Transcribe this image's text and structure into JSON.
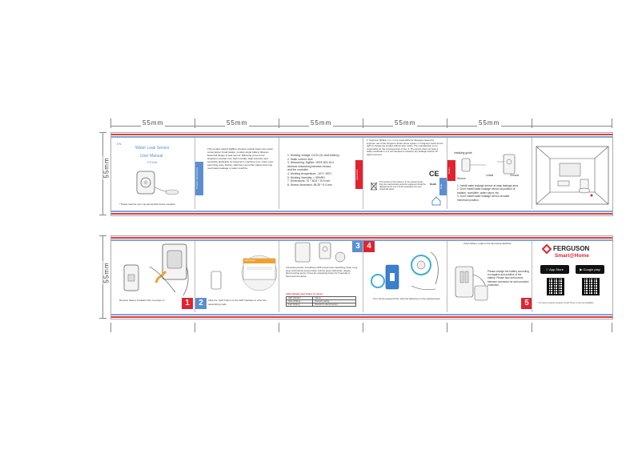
{
  "dimensions": {
    "col1": "55mm",
    "col2": "55mm",
    "col3": "55mm",
    "col4": "55mm",
    "col5": "55mm",
    "row_top": "55mm",
    "row_bottom": "55mm"
  },
  "top_row": {
    "panel1": {
      "lang": "EN",
      "title": "Water Leak Sensor",
      "subtitle": "User Manual",
      "model": "FS1WL",
      "footnote": "* Please read the user manual carefully before operation"
    },
    "panel2": {
      "tab": "Product Introduction",
      "body": "This product adopts ZigBee wireless module.Super low power consumption.Small design, module single battery lifespan. Essential design of leak sensor. Efficiently prevent the situations resulted from high humidity. High precision and sensitivity applicable for basement, machine room, hotel, pool, swimming area, kitchen, bathroom and other places that may need water leakage or water overflow."
    },
    "panel3": {
      "specs": [
        "1. Working Voltage: DC3V (2x AAA battery)",
        "2. Static current: 6uA",
        "3. Networking: ZigBee / IEEE 802.15.4",
        "   wireless networking between sensor",
        "   and the controller",
        "4. Working temperature: -10°C~55°C",
        "5. Working Humidity: < 95%RH",
        "7. Dimensions: 70 * 38.8 * 19.5 mm",
        "8. Sensor dimension: ØL35 * 5.4 mm"
      ]
    },
    "panel4": {
      "tab": "Instruction",
      "tab2": "Note",
      "body": "1. Ferguson Spółka z o.o. is not responsible for damages caused by improper use of the Ferguson Smart Home system. 2. Ferguson reserves the right to change the product without prior notice. The manufacturer is not responsible for the consequences of use. 3. The device does not have a safety certification; it is not intended to measure any leakage hazard. All rights reserved.",
      "recycle": "This symbol on the product or in the manual means that your electrical and electronic equipment should be disposed at the end of its life separately from your household waste.",
      "ce_mark": "CE",
      "rohs_mark": "RoHS"
    },
    "panel5": {
      "label_installing": "Installing guide",
      "label_sensor": "Sensor",
      "label_leads": "Leads",
      "label_ground": "Ground",
      "tab": "Notes",
      "notes": [
        "1. Install water leakage sensor at easy leakage area.",
        "2. Don't install water leakage sensor at position of",
        "   radiator, humidifier, water vapor, etc.",
        "3. Don't install water leakage sensor at water",
        "   immersed position."
      ]
    }
  },
  "bottom_row": {
    "step1": {
      "number": "1",
      "caption": "Remove battery insulation film to power on"
    },
    "step2": {
      "number": "2",
      "caption": "Click the \"add\" button on the APP interface to enter the networking mode.",
      "app_banner": "Add device"
    },
    "step3": {
      "number": "3",
      "body": "Connecting sensor: According to APP prompt enter networking mode. Long press and hold the sensor button until the green LED blinks, release. Disconnecting sensor: Press the networking button for 5 seconds to disconnect the device.",
      "table_title": "LED indicator and status of sensor",
      "table": [
        [
          "LED indicator",
          "Status"
        ],
        [
          "Slow blinking",
          "Network pairing"
        ],
        [
          "Fast blinking",
          "Network is disconnected"
        ]
      ]
    },
    "step4": {
      "number": "4",
      "caption": "Turn off the powered first, stick the adhesive on the required area."
    },
    "step5": {
      "number": "5",
      "top_note": "Insert battery, ready to the tiles being attached.",
      "body": "Please change the battery according to negative and positive of the battery. Please also self-correct between connector for anti-corrosive protection."
    },
    "brand": {
      "name": "FERGUSON",
      "product_line": "Smart@Home",
      "app_store": "App Store",
      "google_play": "Google play",
      "footnote": "* Our device requires Ferguson Smart Home to work and available"
    }
  },
  "colors": {
    "red": "#e0232f",
    "blue": "#5b8ed0",
    "strip_red": "#e23b3b",
    "strip_blue": "#7aa7d9",
    "accent_orange": "#f2a12c",
    "title_blue": "#5b8ed0"
  }
}
